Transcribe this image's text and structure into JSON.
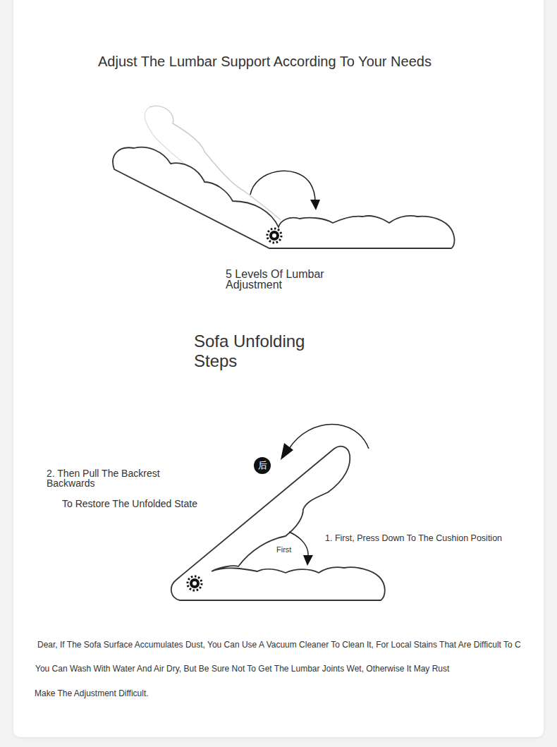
{
  "diagram": {
    "title": "Adjust The Lumbar Support According To Your Needs",
    "nodes": [
      {
        "text": [
          "后"
        ]
      }
    ],
    "edges": [],
    "labels": [
      "5 Levels Of Lumbar Adjustment",
      "Sofa Unfolding Steps",
      "2. Then Pull The Backrest Backwards",
      "To Restore The Unfolded State",
      "1. First, Press Down To The Cushion Position",
      "First",
      "Dear, If The Sofa Surface Accumulates Dust, You Can Use A Vacuum Cleaner To Clean It, For Local Stains That Are Difficult To C",
      "You Can Wash With Water And Air Dry, But Be Sure Not To Get The Lumbar Joints Wet, Otherwise It May Rust",
      "Make The Adjustment Difficult."
    ]
  }
}
